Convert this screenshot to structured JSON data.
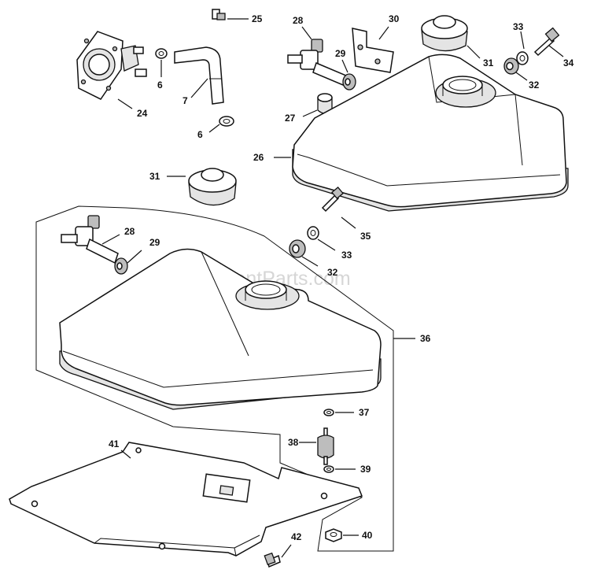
{
  "watermark": "eReplacementParts.com",
  "callouts": {
    "c24": "24",
    "c25": "25",
    "c6a": "6",
    "c7": "7",
    "c6b": "6",
    "c28a": "28",
    "c29a": "29",
    "c30": "30",
    "c31a": "31",
    "c33a": "33",
    "c34": "34",
    "c32a": "32",
    "c27": "27",
    "c26": "26",
    "c31b": "31",
    "c28b": "28",
    "c29b": "29",
    "c35": "35",
    "c33b": "33",
    "c32b": "32",
    "c36": "36",
    "c37": "37",
    "c38": "38",
    "c39": "39",
    "c40": "40",
    "c41": "41",
    "c42": "42"
  }
}
